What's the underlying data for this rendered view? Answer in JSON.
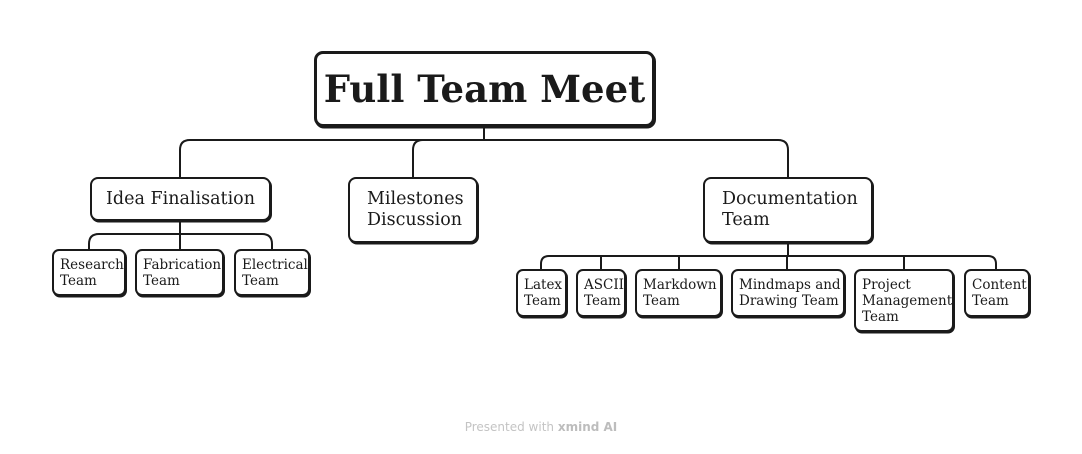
{
  "diagram": {
    "root": "Full Team Meet",
    "branches": [
      {
        "label": "Idea Finalisation",
        "children": [
          "Research\nTeam",
          "Fabrication\nTeam",
          "Electrical\nTeam"
        ]
      },
      {
        "label": "Milestones\nDiscussion",
        "children": []
      },
      {
        "label": "Documentation\nTeam",
        "children": [
          "Latex\nTeam",
          "ASCII\nTeam",
          "Markdown\nTeam",
          "Mindmaps and\nDrawing Team",
          "Project\nManagement\nTeam",
          "Content\nTeam"
        ]
      }
    ]
  },
  "footer": {
    "prefix": "Presented with",
    "brand": "xmind AI"
  },
  "colors": {
    "stroke": "#1a1a1a",
    "background": "#ffffff",
    "footer_text": "#c4c4c4"
  }
}
